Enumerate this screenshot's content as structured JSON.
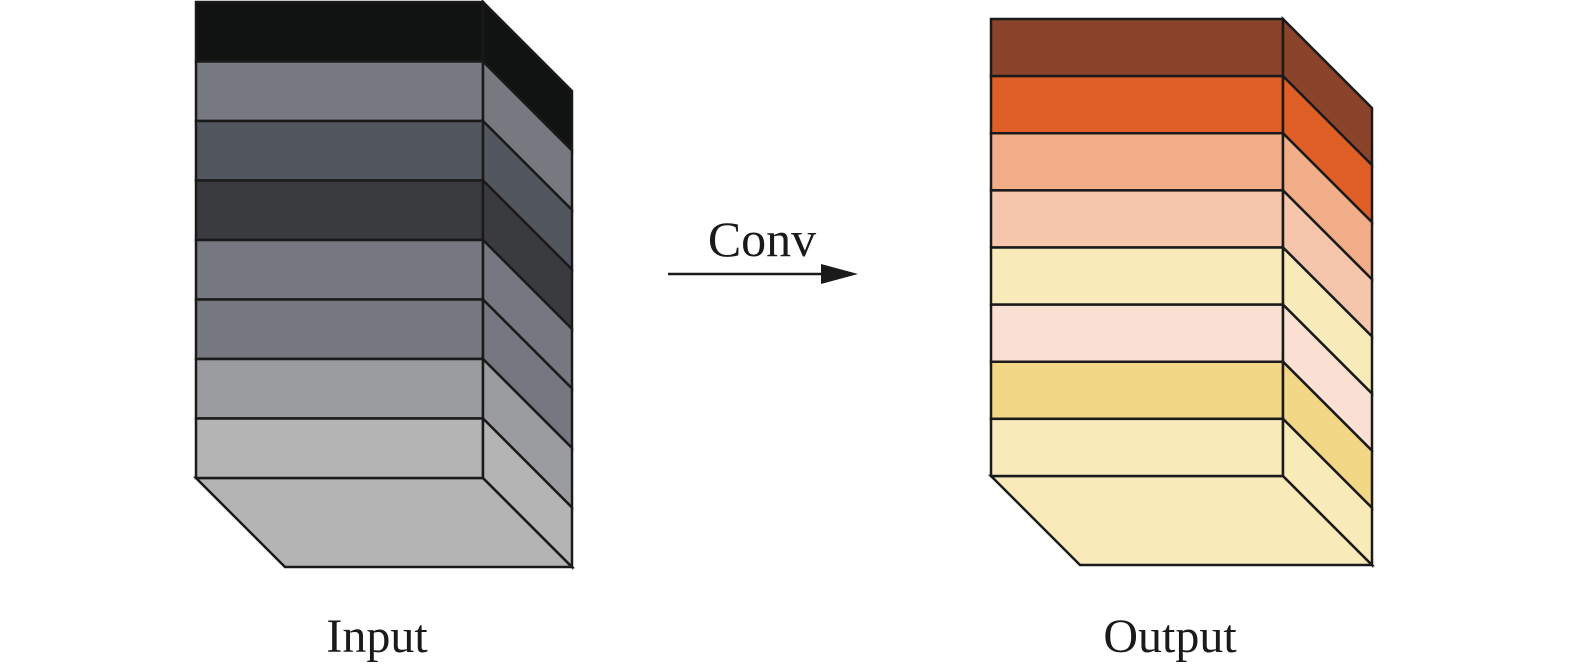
{
  "diagram": {
    "arrow_label": "Conv",
    "input": {
      "label": "Input",
      "layers": [
        "#111312",
        "#767980",
        "#52565e",
        "#3a3b3f",
        "#757880",
        "#757880",
        "#9b9c9f",
        "#b4b4b4"
      ]
    },
    "output": {
      "label": "Output",
      "layers": [
        "#8a442b",
        "#df5f27",
        "#f1ae89",
        "#f5c6ac",
        "#f8eab9",
        "#f9e0d3",
        "#f2d886",
        "#f8eab9"
      ]
    }
  }
}
